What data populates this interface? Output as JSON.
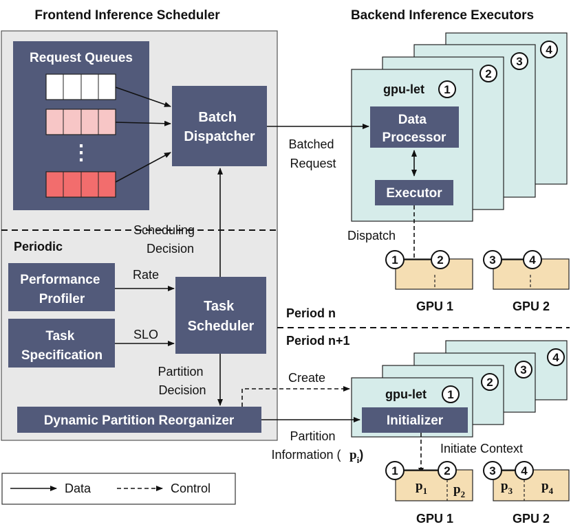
{
  "titles": {
    "frontend": "Frontend Inference Scheduler",
    "backend": "Backend Inference Executors"
  },
  "frontend": {
    "request_queues": "Request Queues",
    "queue_dots": "⋮",
    "batch_dispatcher": [
      "Batch",
      "Dispatcher"
    ],
    "periodic": "Periodic",
    "scheduling_decision": [
      "Scheduling",
      "Decision"
    ],
    "performance_profiler": [
      "Performance",
      "Profiler"
    ],
    "task_specification": [
      "Task",
      "Specification"
    ],
    "task_scheduler": [
      "Task",
      "Scheduler"
    ],
    "rate": "Rate",
    "slo": "SLO",
    "partition_decision": [
      "Partition",
      "Decision"
    ],
    "dynamic_partition_reorganizer": "Dynamic Partition Reorganizer"
  },
  "backend_top": {
    "gpu_let": "gpu-let",
    "stack_numbers": [
      "1",
      "2",
      "3",
      "4"
    ],
    "data_processor": [
      "Data",
      "Processor"
    ],
    "executor": "Executor",
    "batched_request": [
      "Batched",
      "Request"
    ],
    "dispatch": "Dispatch",
    "gpu_circles": [
      "1",
      "2",
      "3",
      "4"
    ],
    "gpu1": "GPU 1",
    "gpu2": "GPU 2"
  },
  "periods": {
    "period_n": "Period n",
    "period_n1": "Period n+1"
  },
  "backend_bottom": {
    "gpu_let": "gpu-let",
    "stack_numbers": [
      "1",
      "2",
      "3",
      "4"
    ],
    "initializer": "Initializer",
    "create": "Create",
    "partition_information": [
      "Partition",
      "Information ("
    ],
    "initiate_context": "Initiate Context",
    "gpu_circles": [
      "1",
      "2",
      "3",
      "4"
    ],
    "p_base": "p",
    "p_subs": [
      "1",
      "2",
      "3",
      "4"
    ],
    "pi_base": "p",
    "pi_sub": "i",
    "pi_close": ")",
    "gpu1": "GPU 1",
    "gpu2": "GPU 2"
  },
  "legend": {
    "data": "Data",
    "control": "Control"
  },
  "colors": {
    "box": "#525a7a",
    "panel": "#e8e8e8",
    "gpulet": "#d6ecea",
    "gpu": "#f5deb3",
    "queue_pink": "#f7c6c6",
    "queue_red": "#f26d6d"
  }
}
